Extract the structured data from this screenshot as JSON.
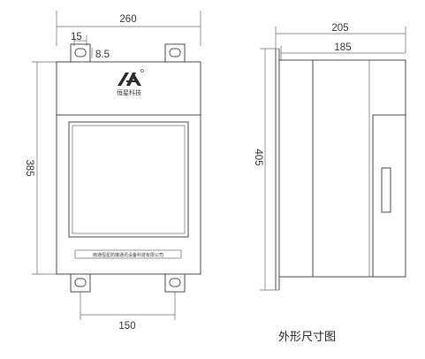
{
  "front_view": {
    "width_label": "260",
    "height_label": "385",
    "hole_spacing_label": "150",
    "tab_width_label": "15",
    "tab_height_label": "8.5",
    "brand_name": "恒星科技",
    "nameplate_text": "南通恒星防爆通讯设备科技有限公司"
  },
  "side_view": {
    "depth_outer_label": "205",
    "depth_inner_label": "185",
    "height_label": "405"
  },
  "caption": "外形尺寸图"
}
